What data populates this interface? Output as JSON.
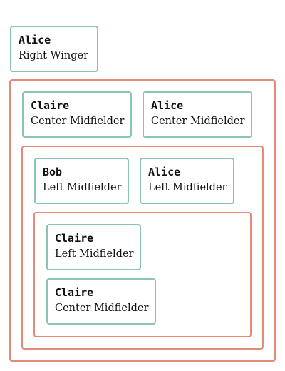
{
  "cards": [
    {
      "name": "Alice",
      "role": "Right Winger"
    },
    {
      "name": "Claire",
      "role": "Center Midfielder"
    },
    {
      "name": "Alice",
      "role": "Center Midfielder"
    },
    {
      "name": "Bob",
      "role": "Left Midfielder"
    },
    {
      "name": "Alice",
      "role": "Left Midfielder"
    },
    {
      "name": "Claire",
      "role": "Left Midfielder"
    },
    {
      "name": "Claire",
      "role": "Center Midfielder"
    }
  ],
  "colors": {
    "card_border": "#8cc5ad",
    "group_border": "#e38a7a"
  }
}
